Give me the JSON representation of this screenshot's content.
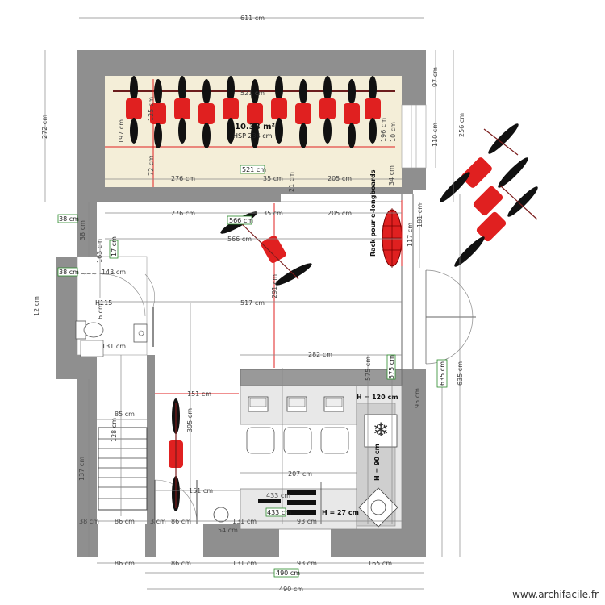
{
  "brand": "www.archifacile.fr",
  "room": {
    "area": "10.38 m²",
    "hsp": "HSP 234 cm"
  },
  "labels": {
    "rack": "Rack pour e-longboards",
    "h120": "H = 120 cm",
    "h90": "H = 90 cm",
    "h27": "H = 27 cm",
    "h115": "H115",
    "shower": "~~~ ~~~"
  },
  "dimensions": {
    "top_611": "611 cm",
    "left_272": "272 cm",
    "right_256": "256 cm",
    "right_97": "97 cm",
    "right_110": "110 cm",
    "in_197": "197 cm",
    "in_72": "72 cm",
    "in_125": "125 cm",
    "in_521a": "521 cm",
    "in_521b": "521 cm",
    "in_196": "196 cm",
    "in_10": "10 cm",
    "in_34": "34 cm",
    "in_21": "21 cm",
    "row1_276": "276 cm",
    "row1_35": "35 cm",
    "row1_205": "205 cm",
    "row2_276": "276 cm",
    "row2_35": "35 cm",
    "row2_205": "205 cm",
    "in_566a": "566 cm",
    "in_566b": "566 cm",
    "left_38a": "38 cm",
    "left_38b": "38 cm",
    "left_38c": "38 cm",
    "left_12": "12 cm",
    "in_163": "163 cm",
    "in_17": "17 cm",
    "in_143": "143 cm",
    "in_6": "6 cm",
    "in_517": "517 cm",
    "in_291": "291 cm",
    "in_181": "181 cm",
    "in_117": "117 cm",
    "in_131a": "131 cm",
    "in_282": "282 cm",
    "in_575a": "575 cm",
    "in_575b": "575 cm",
    "in_635a": "635 cm",
    "in_635b": "635 cm",
    "in_95": "95 cm",
    "in_151a": "151 cm",
    "in_395": "395 cm",
    "in_85": "85 cm",
    "in_128": "128 cm",
    "in_137": "137 cm",
    "in_207": "207 cm",
    "in_151b": "151 cm",
    "in_433a": "433 cm",
    "in_433b": "433 cm",
    "bot_38": "38 cm",
    "bot_86a": "86 cm",
    "bot_3": "3 cm",
    "bot_86b": "86 cm",
    "bot_131": "131 cm",
    "bot_93": "93 cm",
    "bot_54": "54 cm",
    "b2_86a": "86 cm",
    "b2_86b": "86 cm",
    "b2_131": "131 cm",
    "b2_93": "93 cm",
    "b2_165": "165 cm",
    "b3_490a": "490 cm",
    "b3_490b": "490 cm"
  }
}
